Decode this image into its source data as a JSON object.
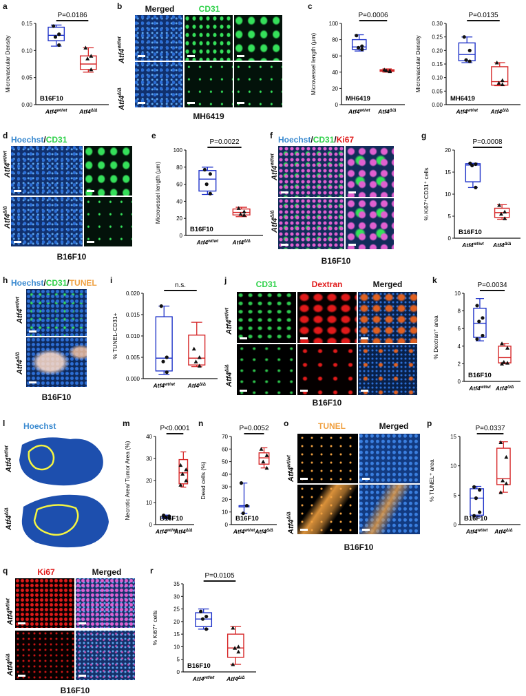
{
  "colors": {
    "wt": "#1f33c9",
    "ko": "#d62728",
    "blue_tissue": "#1c3f8f",
    "green": "#2fd14a",
    "red": "#e01a1a",
    "orange": "#f0a040",
    "magenta": "#e060d0",
    "yellow": "#ffe44d"
  },
  "panel_letters": {
    "a": "a",
    "b": "b",
    "c": "c",
    "d": "d",
    "e": "e",
    "f": "f",
    "g": "g",
    "h": "h",
    "i": "i",
    "j": "j",
    "k": "k",
    "l": "l",
    "m": "m",
    "n": "n",
    "o": "o",
    "p": "p",
    "q": "q",
    "r": "r"
  },
  "captions": {
    "b": "MH6419",
    "d": "B16F10",
    "f": "B16F10",
    "h": "B16F10",
    "j": "B16F10",
    "o": "B16F10",
    "q": "B16F10"
  },
  "micro": {
    "b": {
      "titles": [
        "Merged",
        "CD31"
      ]
    },
    "d": {
      "title_parts": [
        "Hoechst",
        "/",
        "CD31"
      ]
    },
    "f": {
      "title_parts": [
        "Hoechst",
        "/",
        "CD31",
        "/",
        "Ki67"
      ]
    },
    "h": {
      "title_parts": [
        "Hoechst",
        "/",
        "CD31",
        "/",
        "TUNEL"
      ]
    },
    "j": {
      "titles": [
        "CD31",
        "Dextran",
        "Merged"
      ]
    },
    "l": {
      "titles": [
        "Hoechst"
      ]
    },
    "o": {
      "titles": [
        "TUNEL",
        "Merged"
      ]
    },
    "q": {
      "titles": [
        "Ki67",
        "Merged"
      ]
    }
  },
  "genotypes": {
    "wt_base": "Atf4",
    "wt_sup": "wt/wt",
    "ko_base": "Atf4",
    "ko_sup": "Δ/Δ"
  },
  "chart_data": [
    {
      "id": "a",
      "type": "boxplot",
      "ylabel": "Microvascular Density",
      "ylim": [
        0,
        0.15
      ],
      "yticks": [
        "0.00",
        "0.05",
        "0.10",
        "0.15"
      ],
      "pvalue": "P=0.0186",
      "inset_label": "B16F10",
      "series": [
        {
          "values": [
            0.145,
            0.13,
            0.125,
            0.11
          ],
          "box": [
            0.108,
            0.118,
            0.128,
            0.143,
            0.147
          ]
        },
        {
          "values": [
            0.105,
            0.09,
            0.085,
            0.065
          ],
          "box": [
            0.06,
            0.065,
            0.075,
            0.09,
            0.105
          ]
        }
      ]
    },
    {
      "id": "c1",
      "type": "boxplot",
      "ylabel": "Microvessel length (μm)",
      "ylim": [
        0,
        100
      ],
      "yticks": [
        "0",
        "20",
        "40",
        "60",
        "80",
        "100"
      ],
      "pvalue": "P=0.0006",
      "inset_label": "MH6419",
      "series": [
        {
          "values": [
            85,
            72,
            70,
            68
          ],
          "box": [
            66,
            68,
            71,
            80,
            86
          ]
        },
        {
          "values": [
            43,
            42,
            42,
            41
          ],
          "box": [
            40,
            41,
            42,
            43,
            44
          ]
        }
      ]
    },
    {
      "id": "c2",
      "type": "boxplot",
      "ylabel": "Microvascular Density",
      "ylim": [
        0,
        0.3
      ],
      "yticks": [
        "0.00",
        "0.05",
        "0.10",
        "0.15",
        "0.20",
        "0.25",
        "0.30"
      ],
      "pvalue": "P=0.0135",
      "inset_label": "MH6419",
      "series": [
        {
          "values": [
            0.25,
            0.2,
            0.165,
            0.16
          ],
          "box": [
            0.155,
            0.162,
            0.185,
            0.228,
            0.25
          ]
        },
        {
          "values": [
            0.155,
            0.09,
            0.08,
            0.075
          ],
          "box": [
            0.07,
            0.072,
            0.085,
            0.14,
            0.155
          ]
        }
      ]
    },
    {
      "id": "e",
      "type": "boxplot",
      "ylabel": "Microvessel length (μm)",
      "ylim": [
        0,
        100
      ],
      "yticks": [
        "0",
        "20",
        "40",
        "60",
        "80",
        "100"
      ],
      "pvalue": "P=0.0022",
      "inset_label": "B16F10",
      "series": [
        {
          "values": [
            77,
            72,
            60,
            49
          ],
          "box": [
            48,
            52,
            66,
            76,
            80
          ]
        },
        {
          "values": [
            32,
            28,
            25,
            24
          ],
          "box": [
            22,
            24,
            27,
            31,
            33
          ]
        }
      ]
    },
    {
      "id": "g",
      "type": "boxplot",
      "ylabel": "% Ki67⁺CD31⁺ cells",
      "ylim": [
        0,
        20
      ],
      "yticks": [
        "0",
        "5",
        "10",
        "15",
        "20"
      ],
      "pvalue": "P=0.0008",
      "inset_label": "B16F10",
      "series": [
        {
          "values": [
            17,
            16.8,
            16.5,
            11.5
          ],
          "box": [
            11.5,
            12.8,
            16.6,
            16.9,
            17
          ]
        },
        {
          "values": [
            7.5,
            6,
            5.5,
            4.5
          ],
          "box": [
            4.3,
            4.7,
            5.8,
            6.8,
            7.6
          ]
        }
      ]
    },
    {
      "id": "i",
      "type": "boxplot",
      "ylabel": "% TUNEL-CD31+",
      "ylim": [
        0,
        0.02
      ],
      "yticks": [
        "0.000",
        "0.005",
        "0.010",
        "0.015",
        "0.020"
      ],
      "pvalue": "n.s.",
      "series": [
        {
          "values": [
            0.017,
            0.005,
            0.004,
            0.0015
          ],
          "box": [
            0.001,
            0.0018,
            0.0048,
            0.0145,
            0.017
          ]
        },
        {
          "values": [
            0.007,
            0.005,
            0.004,
            0.003
          ],
          "box": [
            0.0028,
            0.0032,
            0.0048,
            0.0102,
            0.0132
          ]
        }
      ]
    },
    {
      "id": "k",
      "type": "boxplot",
      "ylabel": "% Dextran⁺ area",
      "ylim": [
        0,
        10
      ],
      "yticks": [
        "0",
        "2",
        "4",
        "6",
        "8",
        "10"
      ],
      "pvalue": "P=0.0034",
      "inset_label": "B16F10",
      "series": [
        {
          "values": [
            8.6,
            7.2,
            6.8,
            5.2,
            4.8
          ],
          "box": [
            4.6,
            5,
            6.6,
            8.3,
            9.4
          ]
        },
        {
          "values": [
            4.3,
            3.8,
            2.2,
            2.1,
            2
          ],
          "box": [
            2,
            2.1,
            2.7,
            4,
            4.3
          ]
        }
      ]
    },
    {
      "id": "m",
      "type": "boxplot",
      "ylabel": "Necrotic Area/ Tumor Area (%)",
      "ylim": [
        0,
        40
      ],
      "yticks": [
        "0",
        "10",
        "20",
        "30",
        "40"
      ],
      "pvalue": "P<0.0001",
      "inset_label": "B16F10",
      "series": [
        {
          "values": [
            4.2,
            3.8,
            3.3,
            3
          ],
          "box": [
            2.6,
            2.8,
            3.3,
            3.9,
            4.3
          ]
        },
        {
          "values": [
            27,
            25,
            23,
            20,
            18
          ],
          "box": [
            17,
            18.5,
            23.5,
            29.5,
            33
          ]
        }
      ]
    },
    {
      "id": "n",
      "type": "boxplot",
      "ylabel": "Dead cells (%)",
      "ylim": [
        0,
        70
      ],
      "yticks": [
        "0",
        "10",
        "20",
        "30",
        "40",
        "50",
        "60",
        "70"
      ],
      "pvalue": "P=0.0052",
      "inset_label": "B16F10",
      "series": [
        {
          "values": [
            33,
            15,
            9
          ],
          "box": [
            9,
            14,
            15,
            15,
            33
          ]
        },
        {
          "values": [
            60,
            55,
            50,
            45
          ],
          "box": [
            45,
            48,
            53,
            57,
            61
          ]
        }
      ]
    },
    {
      "id": "p",
      "type": "boxplot",
      "ylabel": "% TUNEL⁺ area",
      "ylim": [
        0,
        15
      ],
      "yticks": [
        "0",
        "5",
        "10",
        "15"
      ],
      "pvalue": "P=0.0337",
      "inset_label": "B16F10",
      "series": [
        {
          "values": [
            6.4,
            5.9,
            4.5,
            2.1,
            1.5
          ],
          "box": [
            1.3,
            1.6,
            4.5,
            6.1,
            6.5
          ]
        },
        {
          "values": [
            14,
            11.5,
            7.5,
            7,
            5.5
          ],
          "box": [
            5.5,
            6.8,
            7.8,
            13,
            14.1
          ]
        }
      ]
    },
    {
      "id": "r",
      "type": "boxplot",
      "ylabel": "% Ki67⁺ cells",
      "ylim": [
        0,
        35
      ],
      "yticks": [
        "0",
        "5",
        "10",
        "15",
        "20",
        "25",
        "30",
        "35"
      ],
      "pvalue": "P=0.0105",
      "inset_label": "B16F10",
      "series": [
        {
          "values": [
            24,
            22,
            21,
            17
          ],
          "box": [
            17,
            18,
            21,
            23.5,
            25
          ]
        },
        {
          "values": [
            17.5,
            10,
            9.5,
            8,
            3
          ],
          "box": [
            3,
            5.8,
            9.5,
            15,
            18
          ]
        }
      ]
    }
  ]
}
